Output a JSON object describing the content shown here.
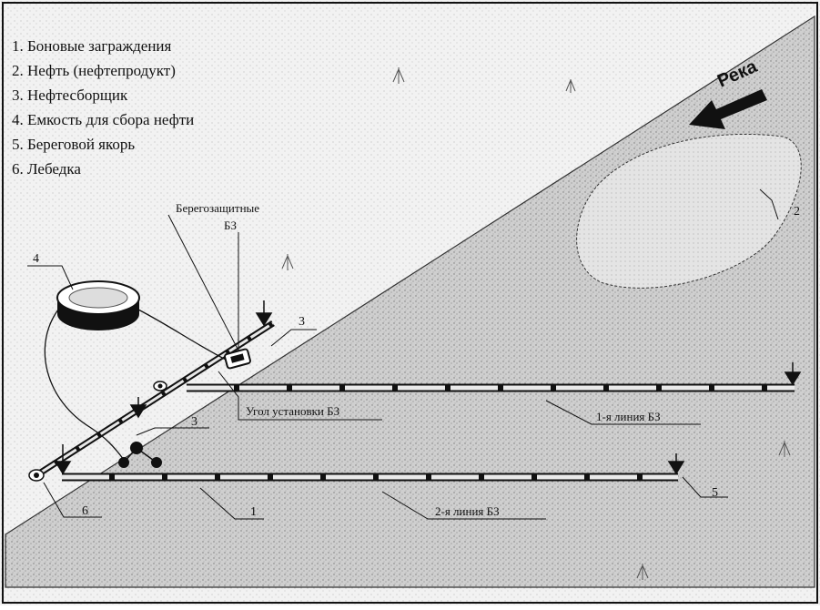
{
  "legend": {
    "items": [
      "1. Боновые заграждения",
      "2. Нефть (нефтепродукт)",
      "3. Нефтесборщик",
      "4. Емкость для сбора нефти",
      "5. Береговой якорь",
      "6. Лебедка"
    ]
  },
  "labels": {
    "river": "Река",
    "shore_protective_line1": "Берегозащитные",
    "shore_protective_line2": "БЗ",
    "install_angle": "Угол установки БЗ",
    "line1": "1-я линия БЗ",
    "line2": "2-я линия БЗ",
    "num_1": "1",
    "num_2": "2",
    "num_3_top": "3",
    "num_3_bottom": "3",
    "num_4": "4",
    "num_5": "5",
    "num_6": "6"
  },
  "colors": {
    "background": "#ffffff",
    "river_fill": "#c9c9c9",
    "ink": "#111111",
    "oil_fill": "#dedede",
    "stipple": "#7a7a7a"
  },
  "icons": [
    "arrow-river-icon",
    "anchor-icon",
    "winch-icon",
    "skimmer-icon",
    "tank-icon",
    "grass-icon"
  ]
}
